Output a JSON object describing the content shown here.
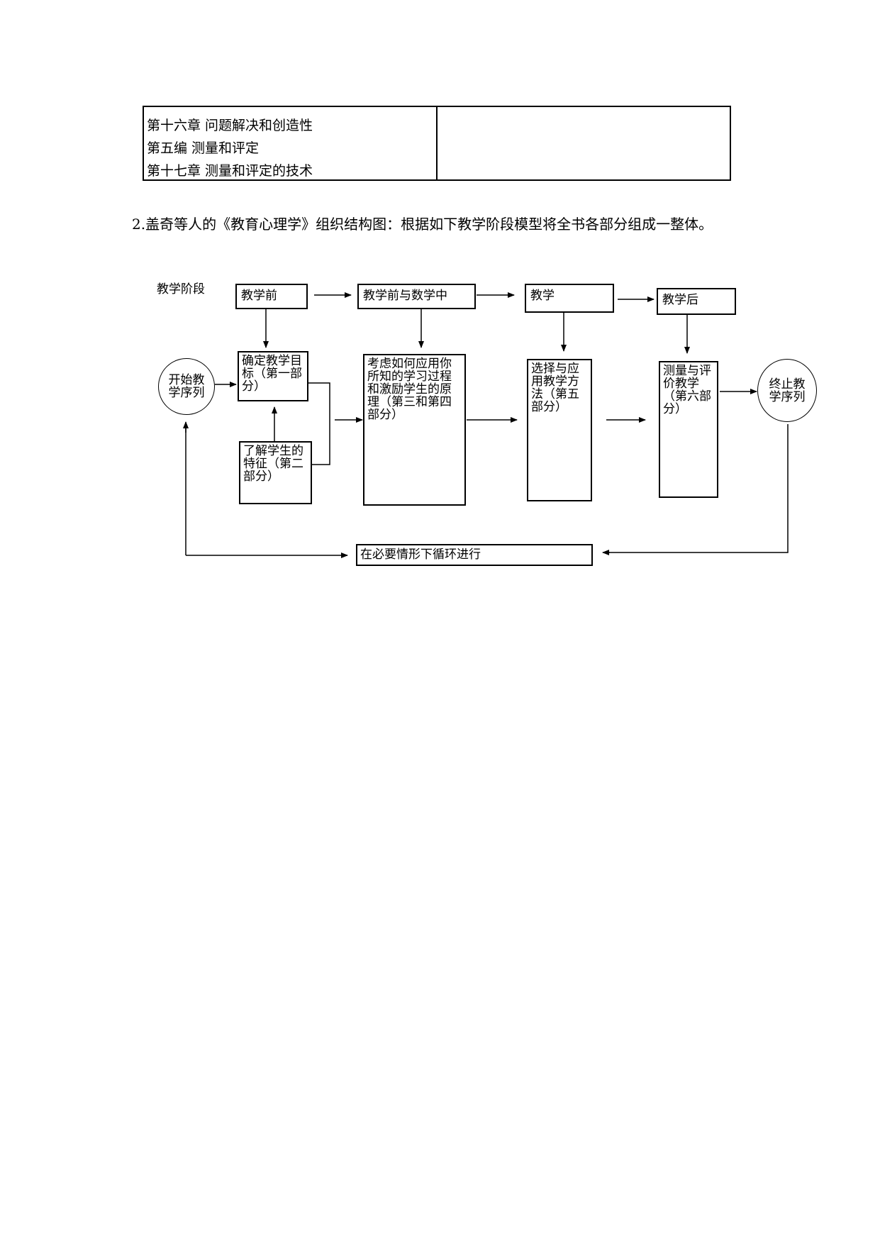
{
  "table": {
    "rows": [
      "第十六章  问题解决和创造性",
      "第五编  测量和评定",
      "第十七章  测量和评定的技术"
    ]
  },
  "paragraph": "2.盖奇等人的《教育心理学》组织结构图：根据如下教学阶段模型将全书各部分组成一整体。",
  "diagram": {
    "stage_label": "教学阶段",
    "stages": [
      "教学前",
      "教学前与数学中",
      "教学",
      "教学后"
    ],
    "start": "开始教学序列",
    "end": "终止教学序列",
    "boxes": {
      "goals": "确定教学目标（第一部分）",
      "students": "了解学生的特征（第二部分）",
      "principles": "考虑如何应用你所知的学习过程和激励学生的原理（第三和第四部分）",
      "methods": "选择与应用教学方法（第五部分）",
      "evaluation": "测量与评价教学（第六部分）"
    },
    "loop": "在必要情形下循环进行"
  }
}
